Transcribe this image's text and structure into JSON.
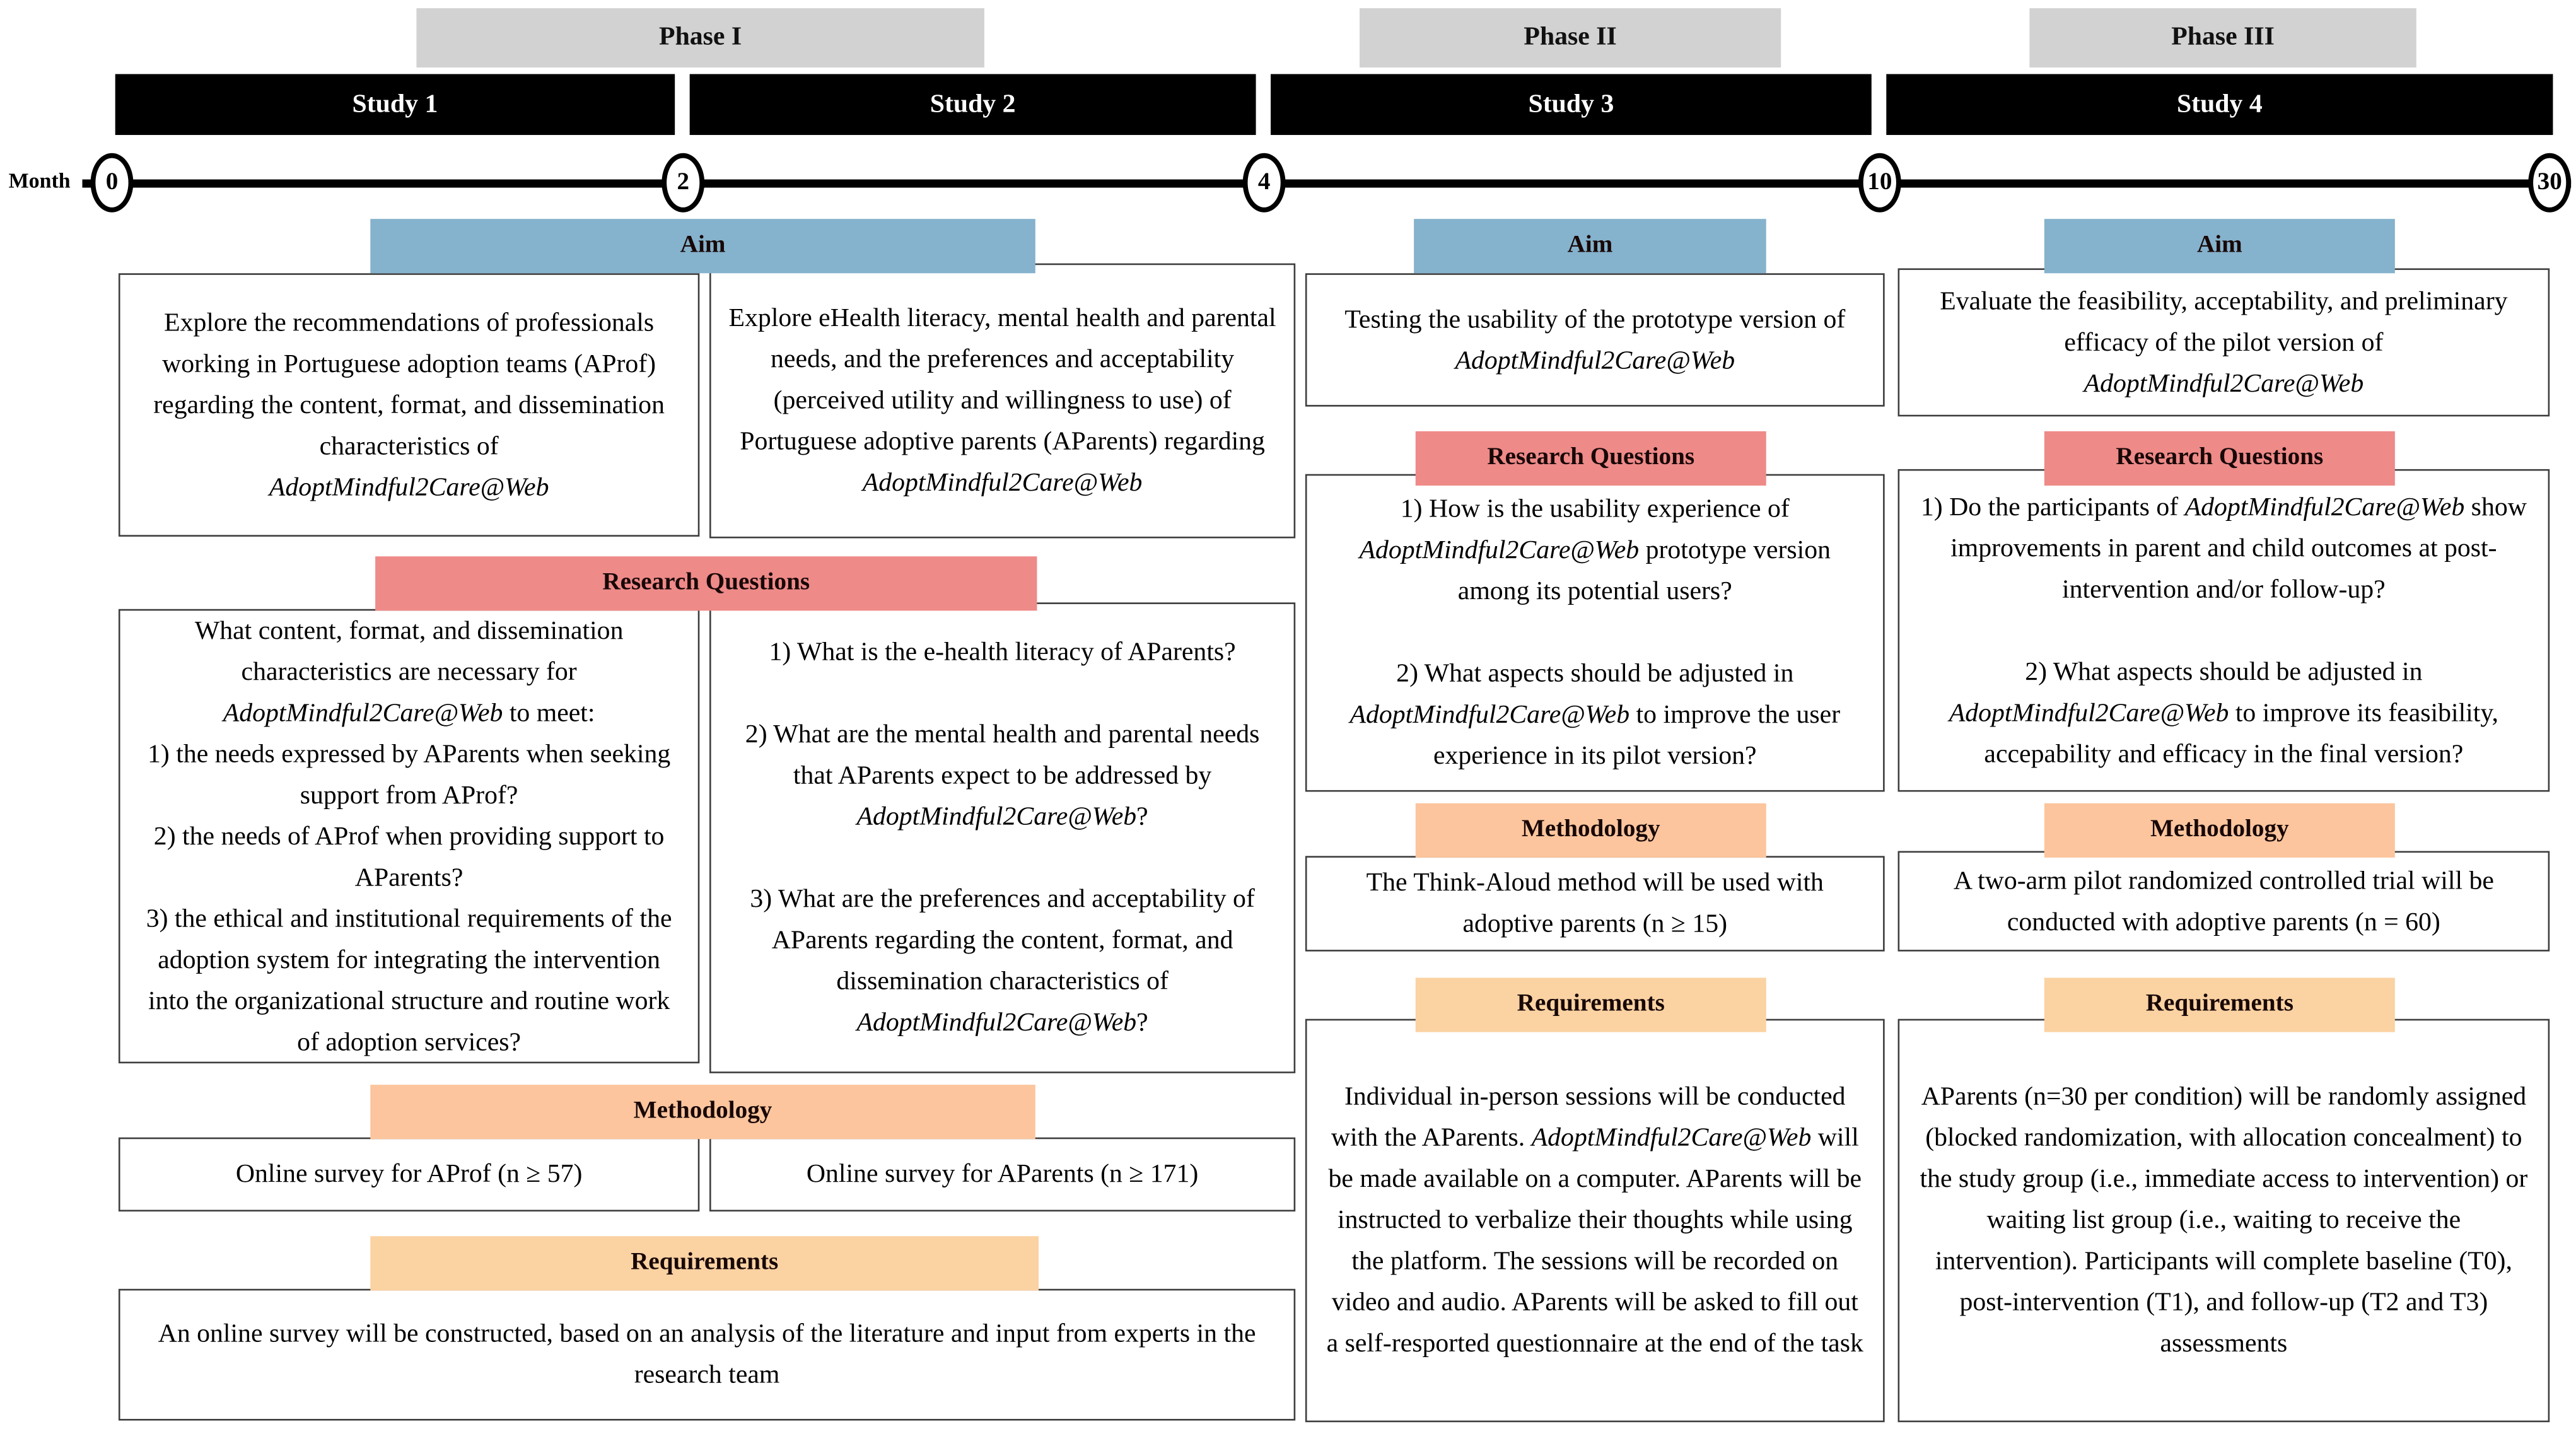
{
  "colors": {
    "aim_header": "#85b2cc",
    "rq_header": "#ee8a88",
    "methodology_header": "#fcc59d",
    "requirements_header": "#fbd2a2",
    "phase_bar": "#d2d2d2",
    "study_bar": "#000000"
  },
  "timeline": {
    "month_label": "Month",
    "months": [
      "0",
      "2",
      "4",
      "10",
      "30"
    ],
    "phases": [
      {
        "label": "Phase I"
      },
      {
        "label": "Phase II"
      },
      {
        "label": "Phase III"
      }
    ],
    "studies": [
      {
        "label": "Study 1"
      },
      {
        "label": "Study 2"
      },
      {
        "label": "Study 3"
      },
      {
        "label": "Study 4"
      }
    ]
  },
  "section_labels": {
    "aim": "Aim",
    "research_questions": "Research Questions",
    "methodology": "Methodology",
    "requirements": "Requirements"
  },
  "phase1": {
    "study1": {
      "aim": [
        {
          "t": "Explore the recommendations of professionals working in Portuguese adoption teams (AProf) regarding the content, format, and dissemination characteristics of\n"
        },
        {
          "t": "AdoptMindful2Care@Web",
          "i": true
        }
      ],
      "research_questions": [
        {
          "t": "What content, format, and dissemination characteristics are necessary for "
        },
        {
          "t": "AdoptMindful2Care@Web",
          "i": true
        },
        {
          "t": " to meet:\n1) the needs expressed by AParents when seeking support from AProf?\n2) the needs of AProf when providing support to AParents?\n3) the ethical and institutional requirements of the adoption system for integrating the intervention into the organizational structure and routine work of adoption services?"
        }
      ],
      "methodology": [
        {
          "t": "Online survey for AProf (n ≥ 57)"
        }
      ]
    },
    "study2": {
      "aim": [
        {
          "t": "Explore eHealth literacy, mental health and parental needs, and the preferences and acceptability (perceived utility and willingness to use) of Portuguese adoptive parents (AParents) regarding\n"
        },
        {
          "t": "AdoptMindful2Care@Web",
          "i": true
        }
      ],
      "research_questions": [
        {
          "t": "1) What is the e-health literacy of AParents?\n\n2) What are the mental health and parental needs that AParents expect to be addressed by "
        },
        {
          "t": "AdoptMindful2Care@Web",
          "i": true
        },
        {
          "t": "?\n\n3) What are the preferences and acceptability of AParents regarding the content, format, and dissemination characteristics of "
        },
        {
          "t": "AdoptMindful2Care@Web",
          "i": true
        },
        {
          "t": "?"
        }
      ],
      "methodology": [
        {
          "t": "Online survey for AParents (n ≥ 171)"
        }
      ]
    },
    "requirements": [
      {
        "t": "An online survey will be constructed, based on an analysis of the literature and input from experts in the research team"
      }
    ]
  },
  "study3": {
    "aim": [
      {
        "t": "Testing the usability of the prototype version of "
      },
      {
        "t": "AdoptMindful2Care@Web",
        "i": true
      }
    ],
    "research_questions": [
      {
        "t": "1) How is the usability experience of "
      },
      {
        "t": "AdoptMindful2Care@Web",
        "i": true
      },
      {
        "t": " prototype version among its potential users?\n\n2) What aspects should be adjusted in "
      },
      {
        "t": "AdoptMindful2Care@Web",
        "i": true
      },
      {
        "t": " to improve the user experience in its pilot version?"
      }
    ],
    "methodology": [
      {
        "t": "The Think-Aloud method will be used with adoptive parents (n ≥ 15)"
      }
    ],
    "requirements": [
      {
        "t": "Individual in-person sessions will be conducted with the AParents. "
      },
      {
        "t": "AdoptMindful2Care@Web",
        "i": true
      },
      {
        "t": " will be made available on a computer. AParents will be instructed to verbalize their thoughts while using the platform. The sessions will be recorded on video and audio. AParents will be asked to fill out a self-resported questionnaire at the end of the task"
      }
    ]
  },
  "study4": {
    "aim": [
      {
        "t": "Evaluate the feasibility, acceptability, and preliminary efficacy of the pilot version of\n"
      },
      {
        "t": "AdoptMindful2Care@Web",
        "i": true
      }
    ],
    "research_questions": [
      {
        "t": "1) Do the participants of "
      },
      {
        "t": "AdoptMindful2Care@Web",
        "i": true
      },
      {
        "t": " show improvements in parent and child outcomes at post-intervention and/or follow-up?\n\n2) What aspects should be adjusted in "
      },
      {
        "t": "AdoptMindful2Care@Web",
        "i": true
      },
      {
        "t": " to improve its feasibility, accepability and efficacy in the final version?"
      }
    ],
    "methodology": [
      {
        "t": "A two-arm pilot randomized controlled trial will be conducted with adoptive parents (n = 60)"
      }
    ],
    "requirements": [
      {
        "t": "AParents (n=30 per condition) will be randomly assigned (blocked randomization, with allocation concealment) to the study group (i.e., immediate access to intervention) or waiting list group (i.e., waiting to receive the intervention). Participants will complete baseline (T0), post-intervention (T1), and follow-up (T2 and T3) assessments"
      }
    ]
  }
}
